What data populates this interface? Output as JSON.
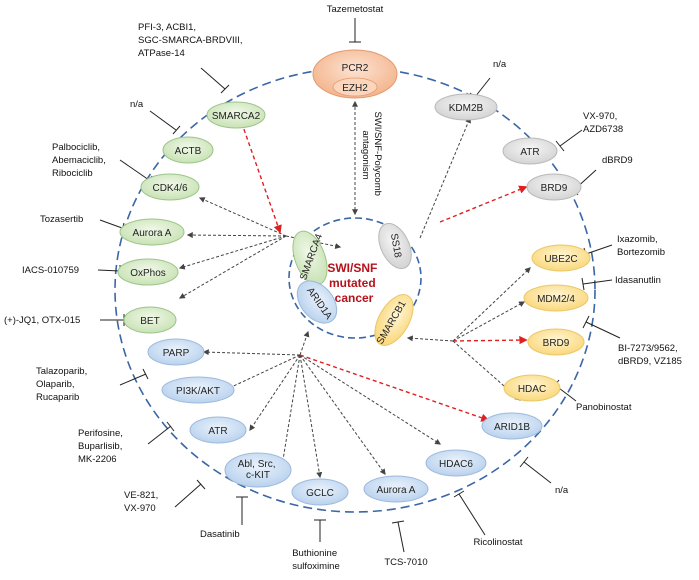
{
  "core": {
    "title_lines": [
      "SWI/SNF",
      "mutated",
      "cancer"
    ],
    "subunits": [
      "SMARCA4",
      "SS18",
      "ARID1A",
      "SMARCB1"
    ]
  },
  "top_complex": {
    "outer": "PCR2",
    "inner": "EZH2",
    "inhibitor": "Tazemetostat",
    "antagonism_lines": [
      "SWI/SNF-Polycomb",
      "antagonism"
    ]
  },
  "nodes": {
    "smarca2": "SMARCA2",
    "actb": "ACTB",
    "cdk46": "CDK4/6",
    "aurora_a_green": "Aurora A",
    "oxphos": "OxPhos",
    "bet": "BET",
    "kdm2b": "KDM2B",
    "atr_grey": "ATR",
    "brd9_grey": "BRD9",
    "ube2c": "UBE2C",
    "mdm24": "MDM2/4",
    "brd9_yellow": "BRD9",
    "hdac": "HDAC",
    "parp": "PARP",
    "pi3k": "PI3K/AKT",
    "atr_blue": "ATR",
    "abl_lines": [
      "Abl, Src,",
      "c-KIT"
    ],
    "gclc": "GCLC",
    "aurora_a_blue": "Aurora A",
    "hdac6": "HDAC6",
    "arid1b": "ARID1B"
  },
  "inhibitors": {
    "smarca2": [
      "PFI-3, ACBI1,",
      "SGC-SMARCA-BRDVIII,",
      "ATPase-14"
    ],
    "actb": [
      "n/a"
    ],
    "cdk46": [
      "Palbociclib,",
      "Abemaciclib,",
      "Ribociclib"
    ],
    "aurora_a_green": [
      "Tozasertib"
    ],
    "oxphos": [
      "IACS-010759"
    ],
    "bet": [
      "(+)-JQ1, OTX-015"
    ],
    "kdm2b": [
      "n/a"
    ],
    "atr_grey": [
      "VX-970,",
      "AZD6738"
    ],
    "brd9_grey": [
      "dBRD9"
    ],
    "ube2c": [
      "Ixazomib,",
      "Bortezomib"
    ],
    "mdm24": [
      "Idasanutlin"
    ],
    "brd9_yellow": [
      "BI-7273/9562,",
      "dBRD9, VZ185"
    ],
    "hdac": [
      "Panobinostat"
    ],
    "parp": [
      "Talazoparib,",
      "Olaparib,",
      "Rucaparib"
    ],
    "pi3k": [
      "Perifosine,",
      "Buparlisib,",
      "MK-2206"
    ],
    "atr_blue": [
      "VE-821,",
      "VX-970"
    ],
    "abl": [
      "Dasatinib"
    ],
    "gclc": [
      "Buthionine",
      "sulfoximine"
    ],
    "aurora_a_blue": [
      "TCS-7010"
    ],
    "hdac6": [
      "Ricolinostat"
    ],
    "arid1b": [
      "n/a"
    ]
  },
  "colors": {
    "ring": "#3a66a8",
    "arrow": "#444444",
    "red_arrow": "#e02020",
    "center_text": "#b5121b",
    "green_fill": "#d9ecc9",
    "green_stroke": "#9cc48a",
    "blue_fill": "#cfe0f3",
    "blue_stroke": "#9db9dc",
    "grey_fill": "#e3e3e3",
    "grey_stroke": "#b9b9b9",
    "yellow_fill": "#fde8a6",
    "yellow_stroke": "#e8c86a",
    "orange_fill": "#f7c7a6",
    "orange_stroke": "#e39a70"
  }
}
